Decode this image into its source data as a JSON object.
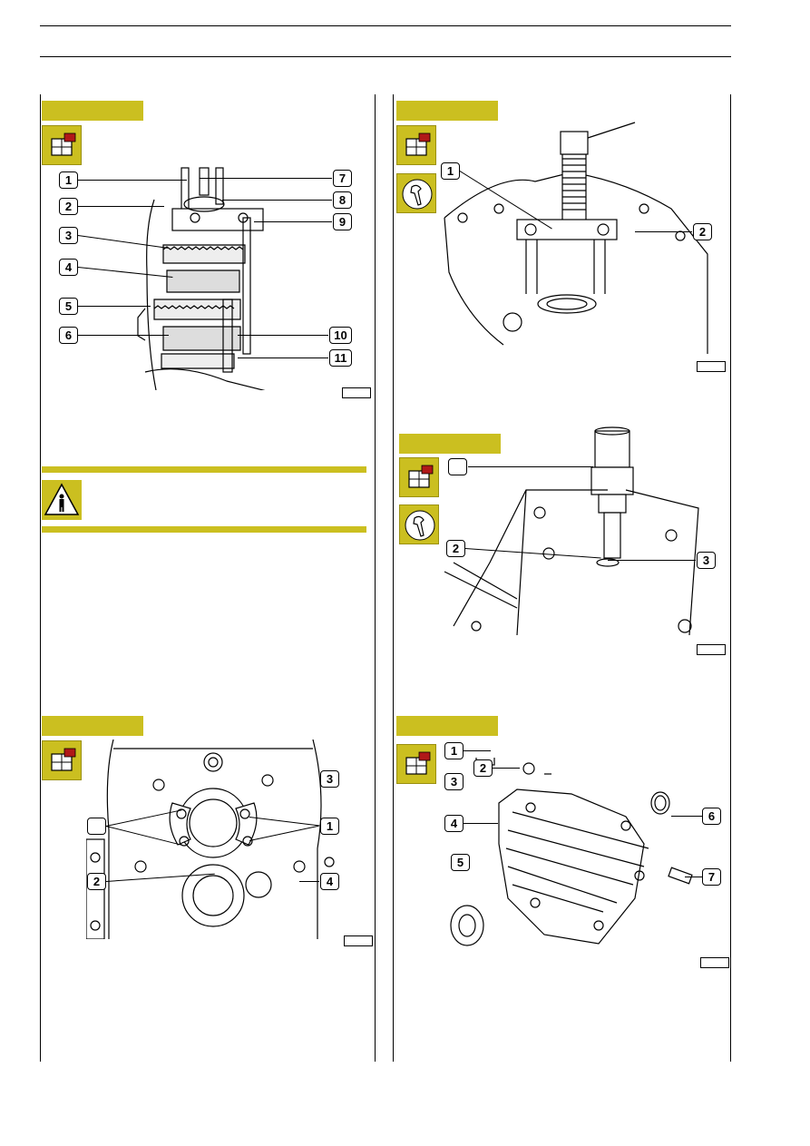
{
  "figures": {
    "top_left": {
      "callouts": [
        "1",
        "2",
        "3",
        "4",
        "5",
        "6",
        "7",
        "8",
        "9",
        "10",
        "11"
      ]
    },
    "top_right": {
      "callouts": [
        "1",
        "2"
      ]
    },
    "middle_right": {
      "callouts": [
        "2",
        "3"
      ]
    },
    "bottom_left": {
      "callouts": [
        "3",
        "1",
        "2",
        "4"
      ]
    },
    "bottom_right": {
      "callouts": [
        "1",
        "2",
        "3",
        "4",
        "5",
        "6",
        "7"
      ]
    }
  },
  "icons": {
    "tool": "gearbox-tool-icon",
    "wrench": "wrench-hand-icon",
    "warning": "warning-person-icon"
  },
  "colors": {
    "accent": "#cbbf20"
  }
}
